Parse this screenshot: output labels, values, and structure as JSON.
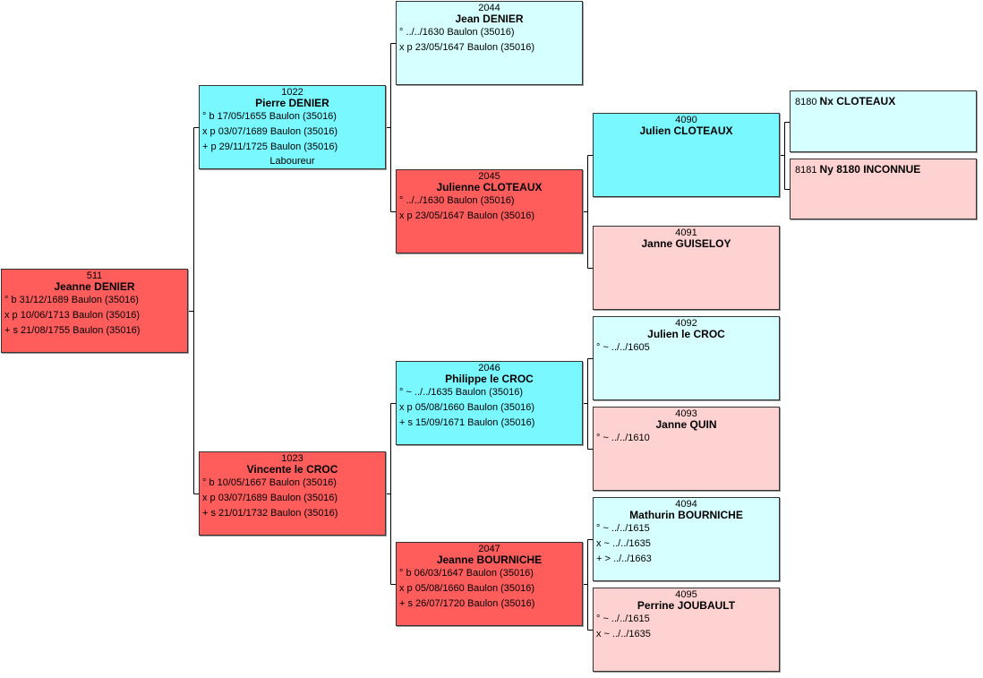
{
  "people": [
    {
      "id": "p511",
      "num": "511",
      "name": "Jeanne DENIER",
      "color": "f-strong",
      "events": [
        "° b 31/12/1689 Baulon (35016)",
        "x p 10/06/1713 Baulon (35016)",
        "+ s 21/08/1755 Baulon (35016)"
      ]
    },
    {
      "id": "p1022",
      "num": "1022",
      "name": "Pierre DENIER",
      "color": "m-strong",
      "events": [
        "° b 17/05/1655 Baulon (35016)",
        "x p 03/07/1689 Baulon (35016)",
        "+ p 29/11/1725 Baulon (35016)"
      ],
      "occupation": "Laboureur"
    },
    {
      "id": "p1023",
      "num": "1023",
      "name": "Vincente le CROC",
      "color": "f-strong",
      "events": [
        "° b 10/05/1667 Baulon (35016)",
        "x p 03/07/1689 Baulon (35016)",
        "+ s 21/01/1732 Baulon (35016)"
      ]
    },
    {
      "id": "p2044",
      "num": "2044",
      "name": "Jean DENIER",
      "color": "m-light",
      "events": [
        "° ../../1630 Baulon (35016)",
        "x p 23/05/1647 Baulon (35016)"
      ]
    },
    {
      "id": "p2045",
      "num": "2045",
      "name": "Julienne CLOTEAUX",
      "color": "f-strong",
      "events": [
        "° ../../1630 Baulon (35016)",
        "x p 23/05/1647 Baulon (35016)"
      ]
    },
    {
      "id": "p2046",
      "num": "2046",
      "name": "Philippe le CROC",
      "color": "m-strong",
      "events": [
        "° ~ ../../1635 Baulon (35016)",
        "x p 05/08/1660 Baulon (35016)",
        "+ s 15/09/1671 Baulon (35016)"
      ]
    },
    {
      "id": "p2047",
      "num": "2047",
      "name": "Jeanne BOURNICHE",
      "color": "f-strong",
      "events": [
        "° b 06/03/1647 Baulon (35016)",
        "x p 05/08/1660 Baulon (35016)",
        "+ s 26/07/1720 Baulon (35016)"
      ]
    },
    {
      "id": "p4090",
      "num": "4090",
      "name": "Julien CLOTEAUX",
      "color": "m-strong",
      "events": []
    },
    {
      "id": "p4091",
      "num": "4091",
      "name": "Janne GUISELOY",
      "color": "f-light",
      "events": []
    },
    {
      "id": "p4092",
      "num": "4092",
      "name": "Julien le CROC",
      "color": "m-light",
      "events": [
        "° ~ ../../1605"
      ]
    },
    {
      "id": "p4093",
      "num": "4093",
      "name": "Janne QUIN",
      "color": "f-light",
      "events": [
        "° ~ ../../1610"
      ]
    },
    {
      "id": "p4094",
      "num": "4094",
      "name": "Mathurin BOURNICHE",
      "color": "m-light",
      "events": [
        "° ~ ../../1615",
        "x ~ ../../1635",
        "+ > ../../1663"
      ]
    },
    {
      "id": "p4095",
      "num": "4095",
      "name": "Perrine JOUBAULT",
      "color": "f-light",
      "events": [
        "° ~ ../../1615",
        "x ~ ../../1635"
      ]
    },
    {
      "id": "p8180",
      "num": "8180",
      "name": "Nx CLOTEAUX",
      "color": "m-light",
      "inline": true,
      "events": []
    },
    {
      "id": "p8181",
      "num": "8181",
      "name": "Ny 8180 INCONNUE",
      "color": "f-light",
      "inline": true,
      "events": []
    }
  ]
}
